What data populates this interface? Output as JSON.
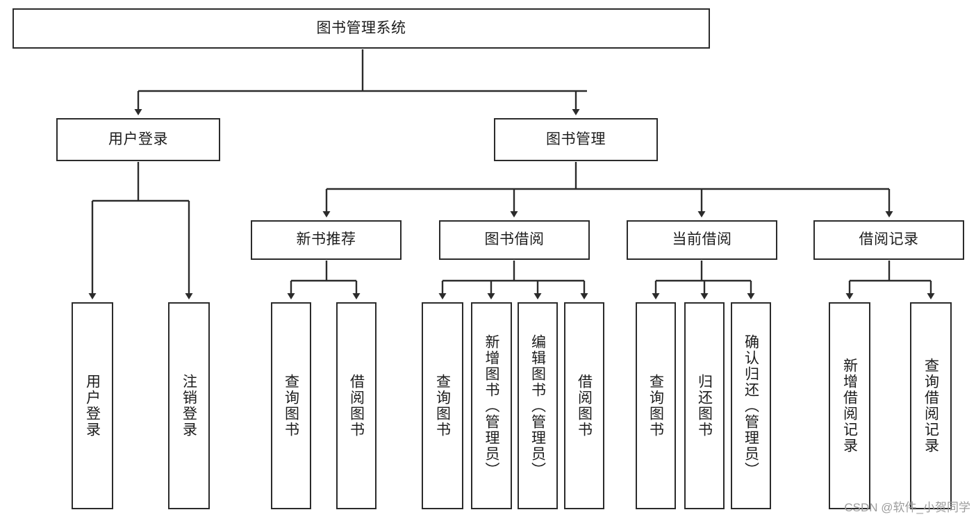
{
  "diagram": {
    "title": "图书管理系统",
    "watermark": "CSDN @软件_小贺同学",
    "type": "tree",
    "style": {
      "box_border_color": "#2b2b2b",
      "box_fill_color": "#ffffff",
      "connector_color": "#2b2b2b",
      "text_color": "#1c1c1c",
      "background": "#ffffff",
      "watermark_color": "#9c9c9c"
    },
    "levels": {
      "level1": [
        "图书管理系统"
      ],
      "level2": [
        "用户登录",
        "图书管理"
      ],
      "level3": [
        "新书推荐",
        "图书借阅",
        "当前借阅",
        "借阅记录"
      ],
      "level4": [
        "用户登录",
        "注销登录",
        "查询图书",
        "借阅图书",
        "查询图书",
        "新增图书（管理员）",
        "编辑图书（管理员）",
        "借阅图书",
        "查询图书",
        "归还图书",
        "确认归还（管理员）",
        "新增借阅记录",
        "查询借阅记录"
      ]
    },
    "nodes": {
      "root": {
        "label": "图书管理系统"
      },
      "user_login": {
        "label": "用户登录"
      },
      "book_manage": {
        "label": "图书管理"
      },
      "new_book_rec": {
        "label": "新书推荐"
      },
      "book_borrow": {
        "label": "图书借阅"
      },
      "current_borrow": {
        "label": "当前借阅"
      },
      "borrow_record": {
        "label": "借阅记录"
      },
      "leaf_user_login": {
        "label": "用户登录"
      },
      "leaf_user_logout": {
        "label": "注销登录"
      },
      "leaf_query_book_1": {
        "label": "查询图书"
      },
      "leaf_borrow_book_1": {
        "label": "借阅图书"
      },
      "leaf_query_book_2": {
        "label": "查询图书"
      },
      "leaf_add_book": {
        "label": "新增图书（管理员）"
      },
      "leaf_edit_book": {
        "label": "编辑图书（管理员）"
      },
      "leaf_borrow_book_2": {
        "label": "借阅图书"
      },
      "leaf_query_book_3": {
        "label": "查询图书"
      },
      "leaf_return_book": {
        "label": "归还图书"
      },
      "leaf_confirm_return": {
        "label": "确认归还（管理员）"
      },
      "leaf_add_record": {
        "label": "新增借阅记录"
      },
      "leaf_query_record": {
        "label": "查询借阅记录"
      }
    },
    "edges": [
      {
        "from": "图书管理系统",
        "to": "用户登录"
      },
      {
        "from": "图书管理系统",
        "to": "图书管理"
      },
      {
        "from": "用户登录",
        "to": "用户登录"
      },
      {
        "from": "用户登录",
        "to": "注销登录"
      },
      {
        "from": "图书管理",
        "to": "新书推荐"
      },
      {
        "from": "图书管理",
        "to": "图书借阅"
      },
      {
        "from": "图书管理",
        "to": "当前借阅"
      },
      {
        "from": "图书管理",
        "to": "借阅记录"
      },
      {
        "from": "新书推荐",
        "to": "查询图书"
      },
      {
        "from": "新书推荐",
        "to": "借阅图书"
      },
      {
        "from": "图书借阅",
        "to": "查询图书"
      },
      {
        "from": "图书借阅",
        "to": "新增图书（管理员）"
      },
      {
        "from": "图书借阅",
        "to": "编辑图书（管理员）"
      },
      {
        "from": "图书借阅",
        "to": "借阅图书"
      },
      {
        "from": "当前借阅",
        "to": "查询图书"
      },
      {
        "from": "当前借阅",
        "to": "归还图书"
      },
      {
        "from": "当前借阅",
        "to": "确认归还（管理员）"
      },
      {
        "from": "借阅记录",
        "to": "新增借阅记录"
      },
      {
        "from": "借阅记录",
        "to": "查询借阅记录"
      }
    ]
  }
}
